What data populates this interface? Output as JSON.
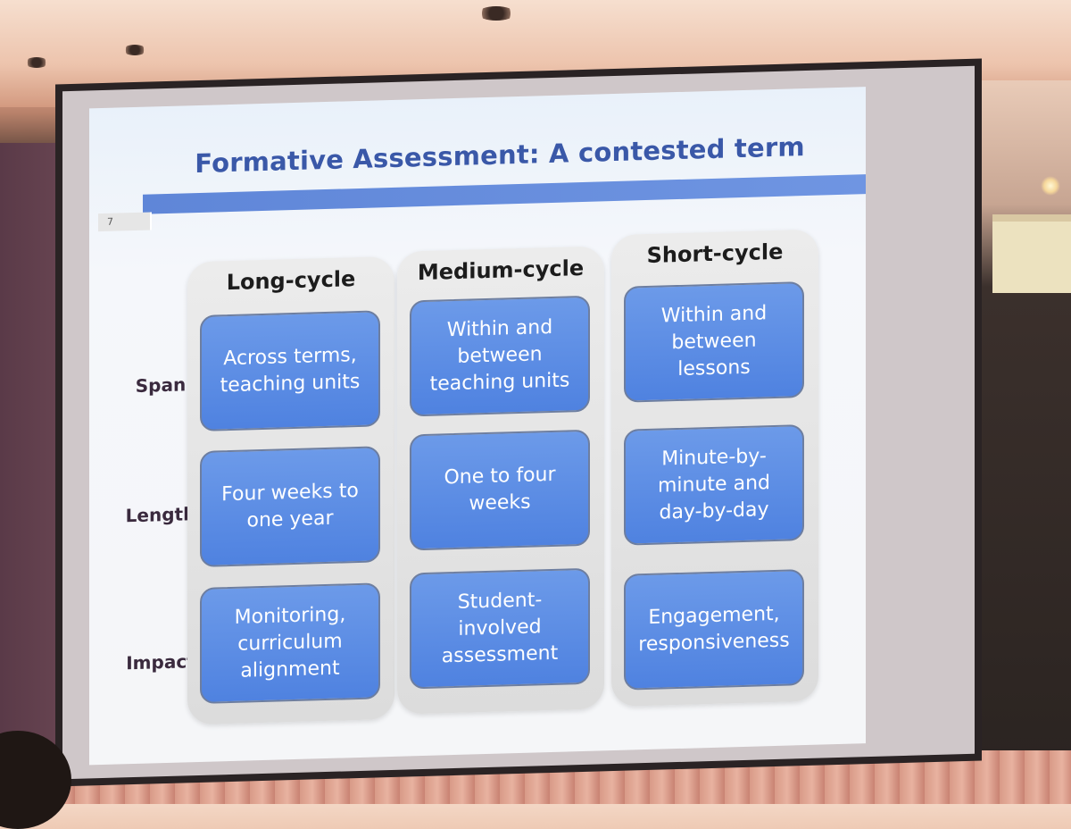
{
  "slide": {
    "title": "Formative Assessment: A contested term",
    "number": "7"
  },
  "rows": [
    "Span",
    "Length",
    "Impact"
  ],
  "columns": [
    {
      "header": "Long-cycle",
      "cells": [
        "Across terms, teaching units",
        "Four weeks to one year",
        "Monitoring, curriculum alignment"
      ]
    },
    {
      "header": "Medium-cycle",
      "cells": [
        "Within and between teaching units",
        "One to four weeks",
        "Student-involved assessment"
      ]
    },
    {
      "header": "Short-cycle",
      "cells": [
        "Within and between lessons",
        "Minute-by-minute and day-by-day",
        "Engagement, responsiveness"
      ]
    }
  ]
}
